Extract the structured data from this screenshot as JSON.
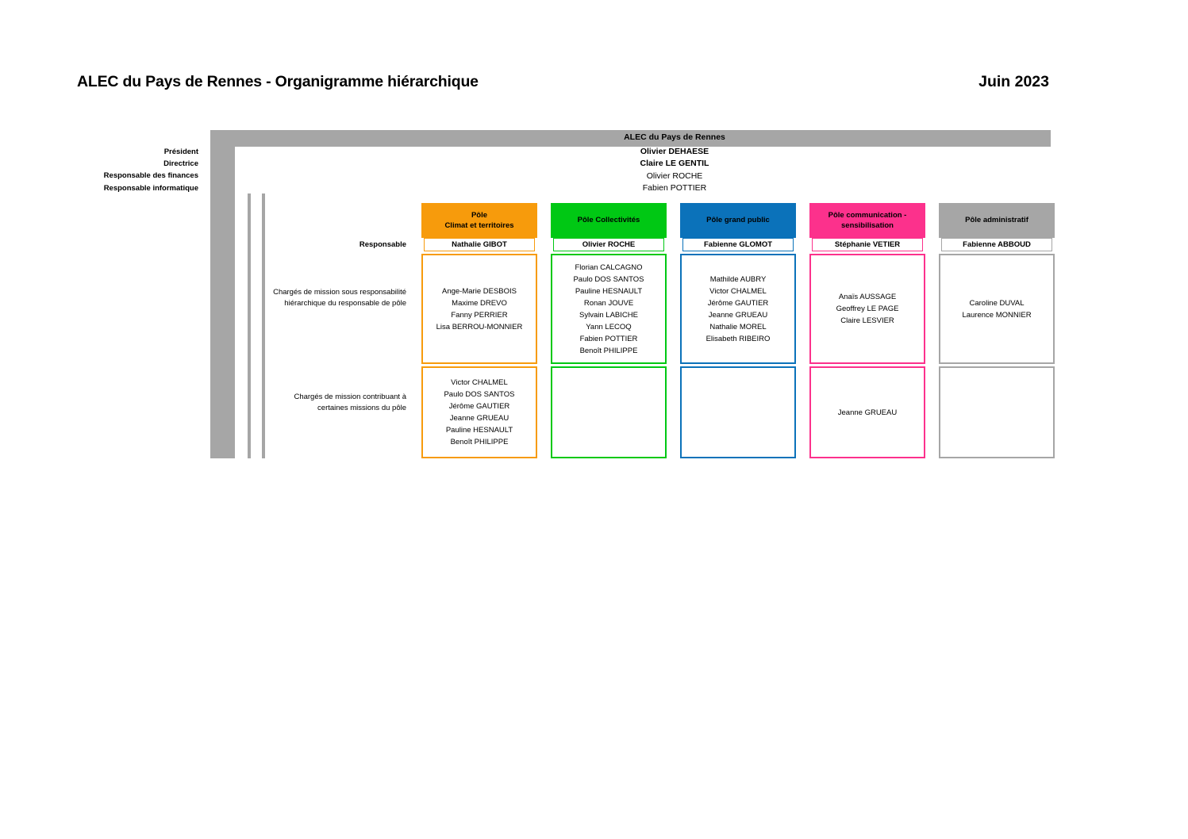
{
  "document": {
    "title": "ALEC du Pays de Rennes - Organigramme hiérarchique",
    "date": "Juin 2023"
  },
  "colors": {
    "gray": "#a6a6a6",
    "orange": "#f79b0c",
    "green": "#00c814",
    "blue": "#0b72ba",
    "pink": "#fc318c",
    "columngray": "#a6a6a6"
  },
  "executive": {
    "roles": [
      "Président",
      "Directrice",
      "Responsable des finances",
      "Responsable informatique"
    ],
    "org_header": "ALEC du Pays de Rennes",
    "names": [
      {
        "name": "Olivier DEHAESE",
        "bold": true
      },
      {
        "name": "Claire LE GENTIL",
        "bold": true
      },
      {
        "name": "Olivier ROCHE",
        "bold": false
      },
      {
        "name": "Fabien POTTIER",
        "bold": false
      }
    ]
  },
  "row_labels": {
    "responsable": "Responsable",
    "hierarchical": "Chargés de mission sous responsabilité hiérarchique du responsable de pôle",
    "contributing": "Chargés de mission contribuant à certaines missions du pôle"
  },
  "poles": [
    {
      "id": "climat-et-territoires",
      "title": "Pôle\nClimat et territoires",
      "title_lines": [
        "Pôle",
        "Climat et territoires"
      ],
      "color": "#f79b0c",
      "responsable": "Nathalie GIBOT",
      "members_hierarchical": [
        "Ange-Marie DESBOIS",
        "Maxime DREVO",
        "Fanny PERRIER",
        "Lisa BERROU-MONNIER"
      ],
      "members_contributing": [
        "Victor CHALMEL",
        "Paulo DOS SANTOS",
        "Jérôme GAUTIER",
        "Jeanne GRUEAU",
        "Pauline HESNAULT",
        "Benoît PHILIPPE"
      ]
    },
    {
      "id": "collectivites",
      "title": "Pôle Collectivités",
      "title_lines": [
        "Pôle Collectivités"
      ],
      "color": "#00c814",
      "responsable": "Olivier ROCHE",
      "members_hierarchical": [
        "Florian CALCAGNO",
        "Paulo DOS SANTOS",
        "Pauline HESNAULT",
        "Ronan JOUVE",
        "Sylvain LABICHE",
        "Yann LECOQ",
        "Fabien POTTIER",
        "Benoît PHILIPPE"
      ],
      "members_contributing": []
    },
    {
      "id": "grand-public",
      "title": "Pôle grand public",
      "title_lines": [
        "Pôle grand public"
      ],
      "color": "#0b72ba",
      "responsable": "Fabienne GLOMOT",
      "members_hierarchical": [
        "Mathilde AUBRY",
        "Victor CHALMEL",
        "Jérôme GAUTIER",
        "Jeanne GRUEAU",
        "Nathalie MOREL",
        "Elisabeth RIBEIRO"
      ],
      "members_contributing": []
    },
    {
      "id": "communication-sensibilisation",
      "title": "Pôle communication - sensibilisation",
      "title_lines": [
        "Pôle communication -",
        "sensibilisation"
      ],
      "color": "#fc318c",
      "responsable": "Stéphanie VETIER",
      "members_hierarchical": [
        "Anaïs AUSSAGE",
        "Geoffrey LE PAGE",
        "Claire LESVIER"
      ],
      "members_contributing": [
        "Jeanne GRUEAU"
      ]
    },
    {
      "id": "administratif",
      "title": "Pôle administratif",
      "title_lines": [
        "Pôle administratif"
      ],
      "color": "#a6a6a6",
      "responsable": "Fabienne ABBOUD",
      "members_hierarchical": [
        "Caroline DUVAL",
        "Laurence MONNIER"
      ],
      "members_contributing": []
    }
  ]
}
